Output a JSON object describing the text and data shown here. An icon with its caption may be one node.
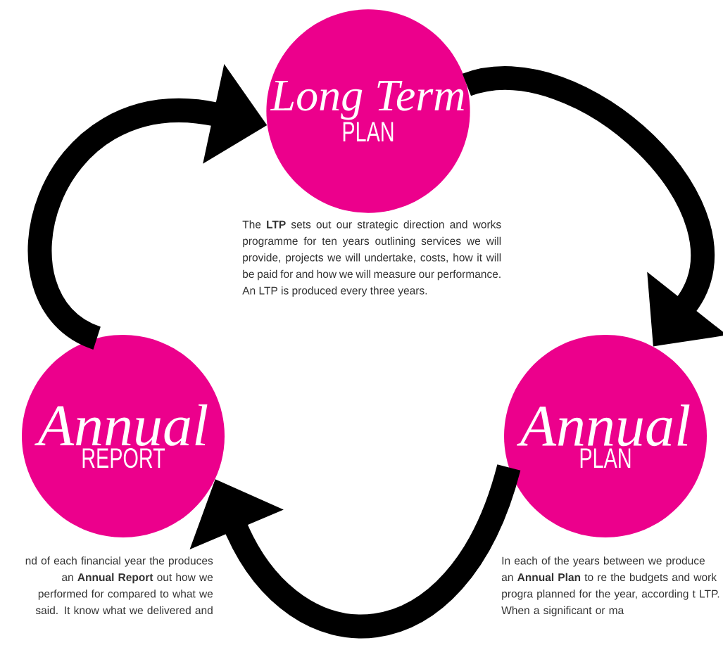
{
  "diagram": {
    "nodes": [
      {
        "text": [
          "Long Term",
          "PLAN"
        ],
        "beside": [
          "The **LTP** sets out our strategic direction and works programme for ten years outlining services we will provide, projects we will undertake, costs, how it will be paid for and how we will measure our performance. An LTP is produced every three years."
        ]
      },
      {
        "text": [
          "Annual",
          "REPORT"
        ],
        "beside": [
          "nd of each financial year the produces an **Annual Report** out how we performed for compared to what we said. It know what we delivered and"
        ]
      },
      {
        "text": [
          "Annual",
          "PLAN"
        ],
        "beside": [
          "In each of the years between we produce an **Annual Plan** to re the budgets and work progra planned for the year, according t LTP. When a significant or ma"
        ]
      }
    ],
    "edges": [
      {
        "from": 0,
        "to": 2,
        "arrow": "to"
      },
      {
        "from": 2,
        "to": 1,
        "arrow": "to"
      },
      {
        "from": 1,
        "to": 0,
        "arrow": "to"
      }
    ]
  }
}
